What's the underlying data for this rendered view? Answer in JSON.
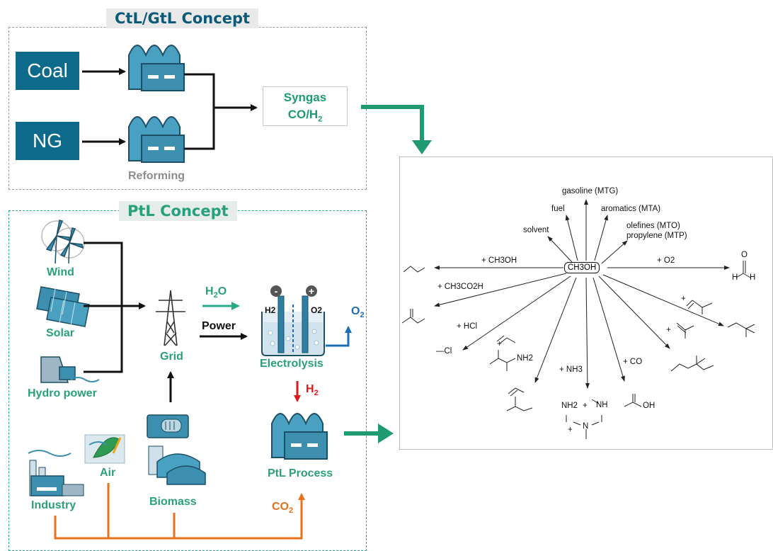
{
  "ctl": {
    "title": "CtL/GtL Concept",
    "coal": "Coal",
    "ng": "NG",
    "reforming": "Reforming",
    "syngas_line1": "Syngas",
    "syngas_line2": "CO/H",
    "syngas_sub": "2"
  },
  "ptl": {
    "title": "PtL Concept",
    "wind": "Wind",
    "solar": "Solar",
    "hydro": "Hydro power",
    "grid": "Grid",
    "h2o": "H",
    "h2o_sub": "2",
    "h2o_tail": "O",
    "power": "Power",
    "electrolysis": "Electrolysis",
    "cell_h2": "H2",
    "cell_o2": "O2",
    "minus": "-",
    "plus": "+",
    "o2": "O",
    "o2_sub": "2",
    "h2": "H",
    "h2_sub": "2",
    "industry": "Industry",
    "air": "Air",
    "biomass": "Biomass",
    "ptl_process": "PtL Process",
    "co2": "CO",
    "co2_sub": "2"
  },
  "chemistry": {
    "center": "CH3OH",
    "gasoline": "gasoline (MTG)",
    "fuel": "fuel",
    "aromatics": "aromatics (MTA)",
    "solvent": "solvent",
    "olefines": "olefines (MTO)",
    "propylene": "propylene (MTP)",
    "plus_ch3oh": "+ CH3OH",
    "plus_o2": "+ O2",
    "plus_acetic": "+ CH3CO2H",
    "plus_hcl": "+ HCl",
    "cl": "—Cl",
    "plus_nh3": "+ NH3",
    "plus_co": "+ CO",
    "plus_1": "+",
    "plus_2": "+",
    "plus_3": "+",
    "plus_4": "+",
    "plus_5": "+",
    "nh2": "NH2",
    "nh": "NH",
    "n": "N",
    "oh": "OH",
    "h": "H",
    "o": "O",
    "nh2_amide": "NH2"
  },
  "colors": {
    "teal": "#0e6a8b",
    "green": "#1f9a73",
    "orange": "#e8711b",
    "red": "#d81b1b",
    "blue": "#1a6fb5"
  },
  "icons": [
    "factory-icon",
    "wind-turbine-icon",
    "solar-panel-icon",
    "dam-icon",
    "power-tower-icon",
    "electrolysis-cell-icon",
    "generator-icon",
    "biogas-tank-icon",
    "industry-plant-icon",
    "air-leaf-icon"
  ]
}
